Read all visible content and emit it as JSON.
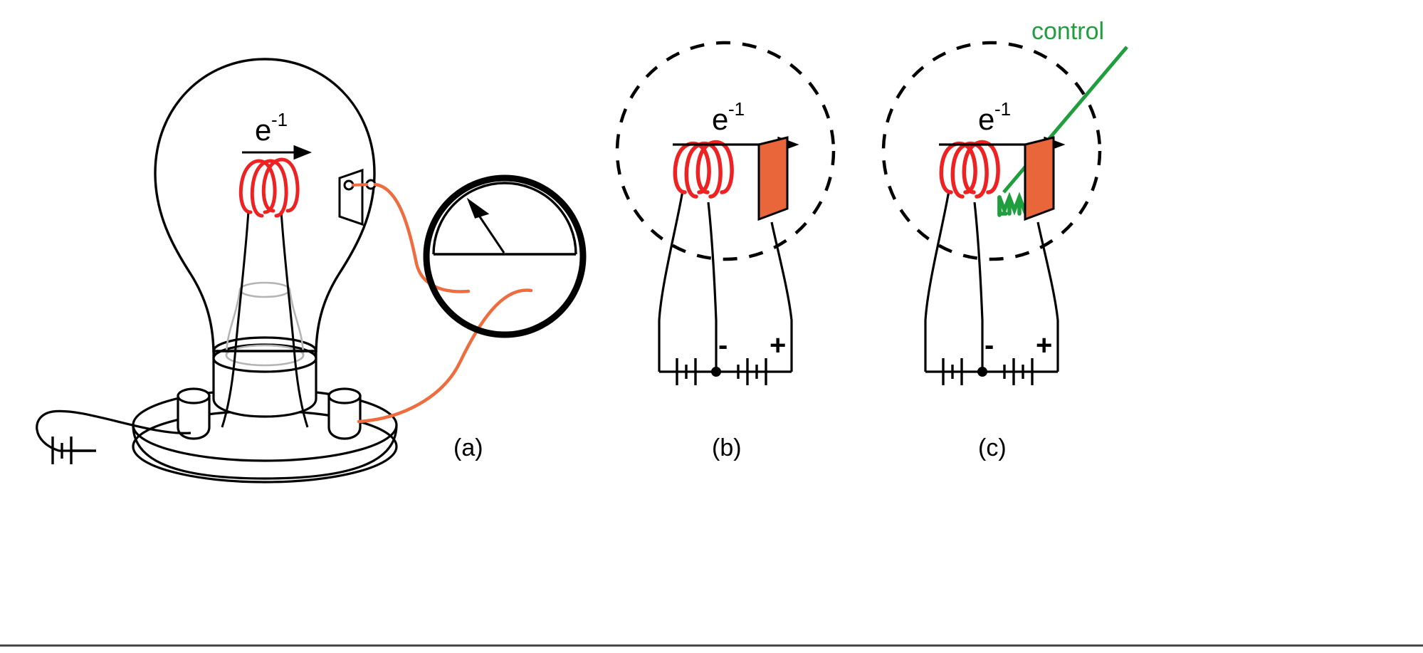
{
  "figure": {
    "title_visible": false,
    "background": "#ffffff",
    "panels": [
      {
        "id": "a",
        "label": "(a)",
        "description": "Incandescent light bulb with coiled filament, internal plate electrode, external wire to an analog meter, and a battery in the base circuit",
        "electron_label": "e",
        "electron_superscript": "-1",
        "components": [
          "glass-bulb",
          "red-filament-coil",
          "collector-plate",
          "plate-terminals",
          "orange-wire",
          "analog-meter",
          "meter-needle",
          "bulb-base",
          "socket-base",
          "battery-symbol",
          "ground-loop-wire"
        ]
      },
      {
        "id": "b",
        "label": "(b)",
        "description": "Schematic diode vacuum tube: dashed envelope, red filament cathode, electron flow arrow, orange anode plate, two batteries with minus and plus terminals",
        "electron_label": "e",
        "electron_superscript": "-1",
        "minus_label": "-",
        "plus_label": "+",
        "components": [
          "dashed-envelope",
          "red-filament-coil",
          "electron-arrow",
          "orange-anode-plate",
          "filament-battery",
          "plate-battery",
          "junction-dot"
        ]
      },
      {
        "id": "c",
        "label": "(c)",
        "description": "Schematic triode vacuum tube: dashed envelope, red filament cathode, green control grid, electron flow arrow, orange anode plate, two batteries",
        "electron_label": "e",
        "electron_superscript": "-1",
        "minus_label": "-",
        "plus_label": "+",
        "control_label": "control",
        "components": [
          "dashed-envelope",
          "red-filament-coil",
          "green-control-grid",
          "control-leader-line",
          "electron-arrow",
          "orange-anode-plate",
          "filament-battery",
          "plate-battery",
          "junction-dot"
        ]
      }
    ],
    "colors": {
      "filament_red": "#ee2222",
      "plate_orange": "#e8663a",
      "wire_orange": "#ef6c3e",
      "control_green": "#1f9e3e",
      "outline_black": "#000000",
      "glass_gray": "#b4b4b4",
      "rule_gray": "#4a4a4a"
    }
  }
}
